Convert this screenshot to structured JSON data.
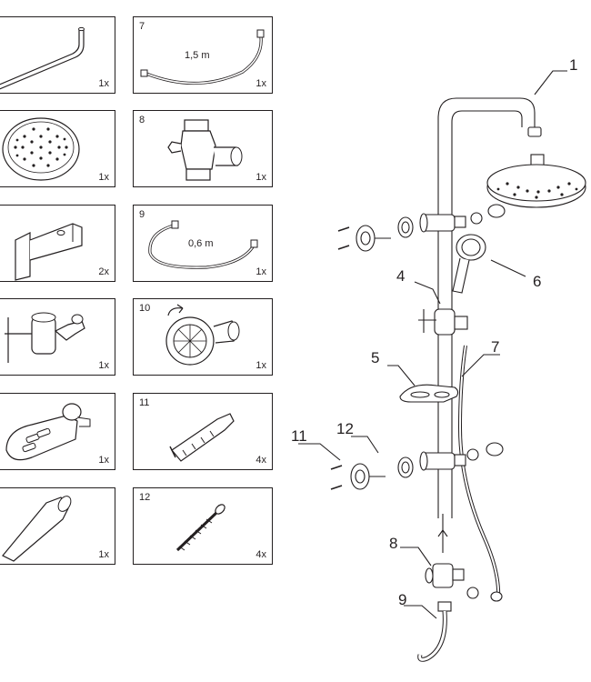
{
  "boxes": [
    {
      "number": "",
      "qty": "1x"
    },
    {
      "number": "",
      "qty": "1x"
    },
    {
      "number": "",
      "qty": "2x"
    },
    {
      "number": "",
      "qty": "1x"
    },
    {
      "number": "",
      "qty": "1x"
    },
    {
      "number": "",
      "qty": "1x"
    },
    {
      "number": "7",
      "qty": "1x",
      "length": "1,5 m"
    },
    {
      "number": "8",
      "qty": "1x"
    },
    {
      "number": "9",
      "qty": "1x",
      "length": "0,6 m"
    },
    {
      "number": "10",
      "qty": "1x"
    },
    {
      "number": "11",
      "qty": "4x"
    },
    {
      "number": "12",
      "qty": "4x"
    }
  ],
  "callouts": {
    "c1": "1",
    "c4": "4",
    "c5": "5",
    "c6": "6",
    "c7": "7",
    "c8": "8",
    "c9": "9",
    "c11": "11",
    "c12": "12"
  }
}
